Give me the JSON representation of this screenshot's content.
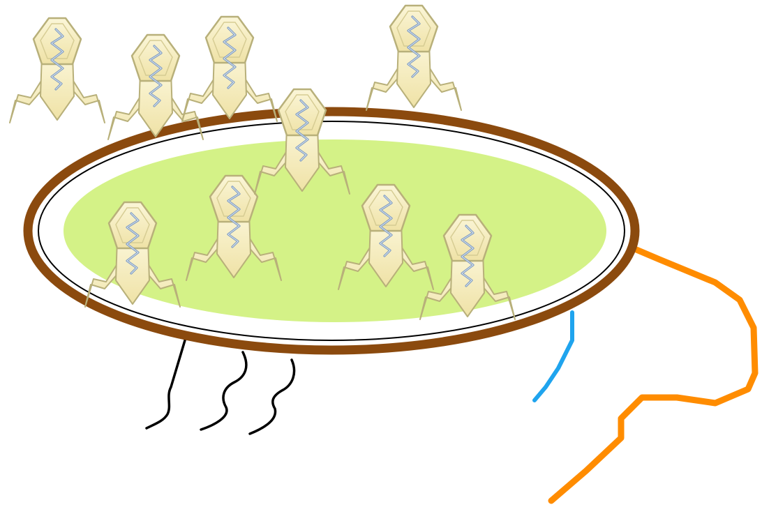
{
  "colors": {
    "background": "#ffffff",
    "cell_wall": "#8b4a0e",
    "membrane": "#000000",
    "cytoplasm": "#d4f287",
    "flagellum": "#ff8c00",
    "pilus": "#1fa4ee",
    "fimbriae": "#000000",
    "phage_head": "#f4eab8",
    "phage_outline": "#b8b07a",
    "phage_dna": "#8aa8c8"
  },
  "icons": {
    "bacterium": "bacterium-icon",
    "bacteriophage": "bacteriophage-icon"
  },
  "counts": {
    "bacteriophages_outside": 4,
    "bacteriophages_attached": 1,
    "bacteriophages_inside": 4
  }
}
